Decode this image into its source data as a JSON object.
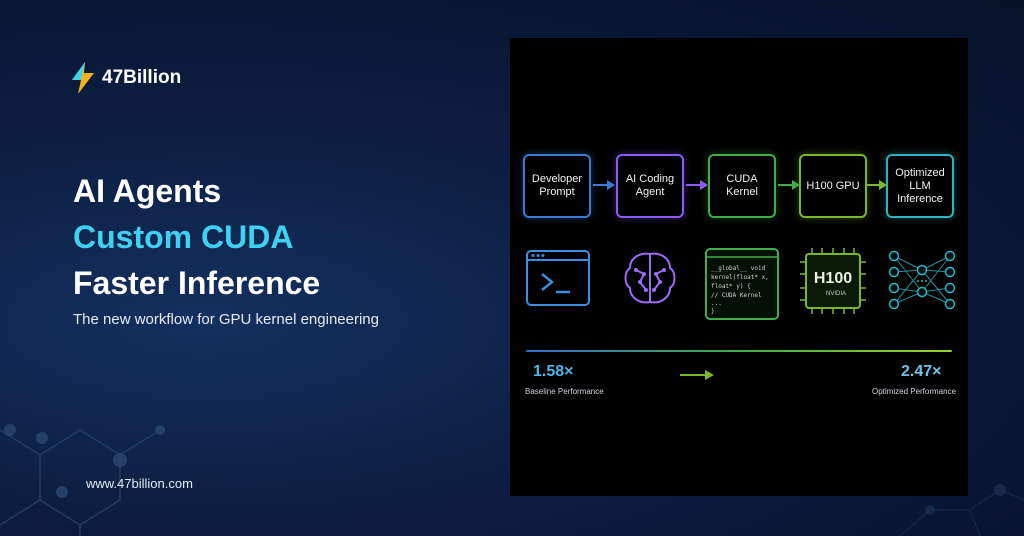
{
  "brand": {
    "name": "47Billion",
    "url": "www.47billion.com"
  },
  "headline": {
    "line1": "AI Agents",
    "line2": "Custom CUDA",
    "line3": "Faster Inference"
  },
  "subtitle": "The new workflow for GPU kernel engineering",
  "pipeline": {
    "stages": [
      {
        "label": "Developer Prompt",
        "color": "#3a7bd5"
      },
      {
        "label": "AI Coding Agent",
        "color": "#8b5cf6"
      },
      {
        "label": "CUDA Kernel",
        "color": "#3fae4a"
      },
      {
        "label": "H100 GPU",
        "color": "#7ab82a"
      },
      {
        "label": "Optimized LLM Inference",
        "color": "#2bb3c0"
      }
    ],
    "code_snippet": [
      "__global__ void",
      "kernel(float* x,",
      "  float* y) {",
      "  // CUDA Kernel",
      "  ...",
      "}"
    ],
    "gpu_labels": {
      "model": "H100",
      "vendor": "NVIDIA"
    }
  },
  "performance": {
    "baseline_value": "1.58×",
    "baseline_label": "Baseline Performance",
    "optimized_value": "2.47×",
    "optimized_label": "Optimized Performance"
  },
  "colors": {
    "accent": "#3fd2f0",
    "background": "#0c1d3f"
  }
}
